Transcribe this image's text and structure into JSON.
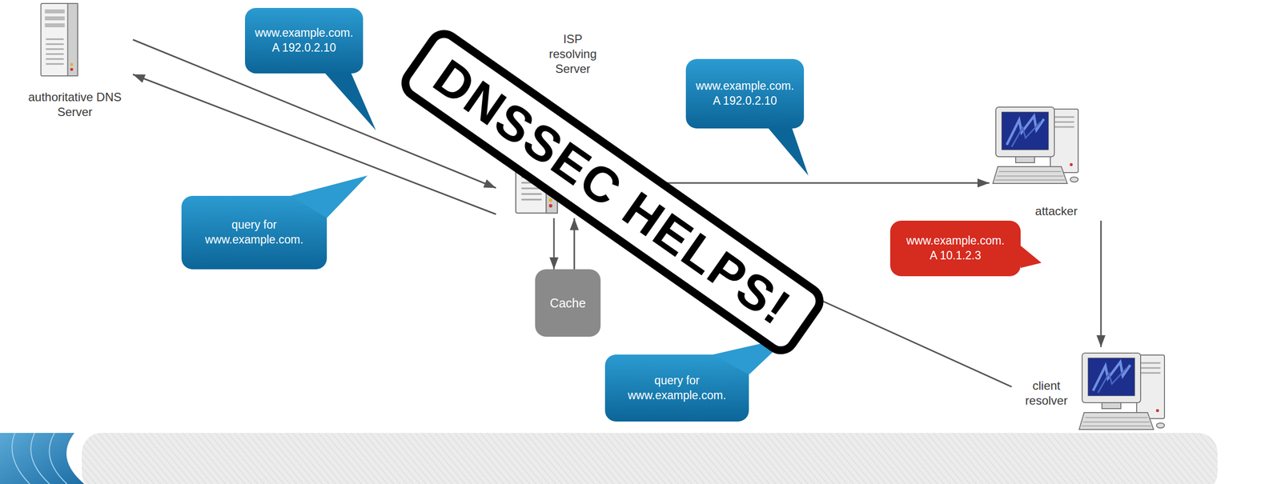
{
  "diagram": {
    "nodes": [
      {
        "text": [
          "authoritative DNS Server"
        ]
      },
      {
        "text": [
          "www.example.com. A 192.0.2.10"
        ]
      },
      {
        "text": [
          "ISP resolving Server"
        ]
      },
      {
        "text": [
          "www.example.com. A 192.0.2.10"
        ]
      },
      {
        "text": [
          "attacker"
        ]
      },
      {
        "text": [
          "query for www.example.com."
        ]
      },
      {
        "text": [
          "Cache"
        ]
      },
      {
        "text": [
          "www.example.com. A 10.1.2.3"
        ]
      },
      {
        "text": [
          "query for www.example.com."
        ]
      },
      {
        "text": [
          "client resolver"
        ]
      },
      {
        "text": [
          "DNSSEC HELPS!"
        ]
      }
    ],
    "edges": [
      {
        "from": 2,
        "to": 0,
        "arrow": "to"
      },
      {
        "from": 0,
        "to": 2,
        "arrow": "to"
      },
      {
        "from": 2,
        "to": 4,
        "arrow": "to"
      },
      {
        "from": 4,
        "to": 9,
        "arrow": "to"
      },
      {
        "from": 9,
        "to": 2,
        "arrow": "none"
      },
      {
        "from": 2,
        "to": 6,
        "arrow": "to"
      },
      {
        "from": 6,
        "to": 2,
        "arrow": "to"
      }
    ]
  }
}
